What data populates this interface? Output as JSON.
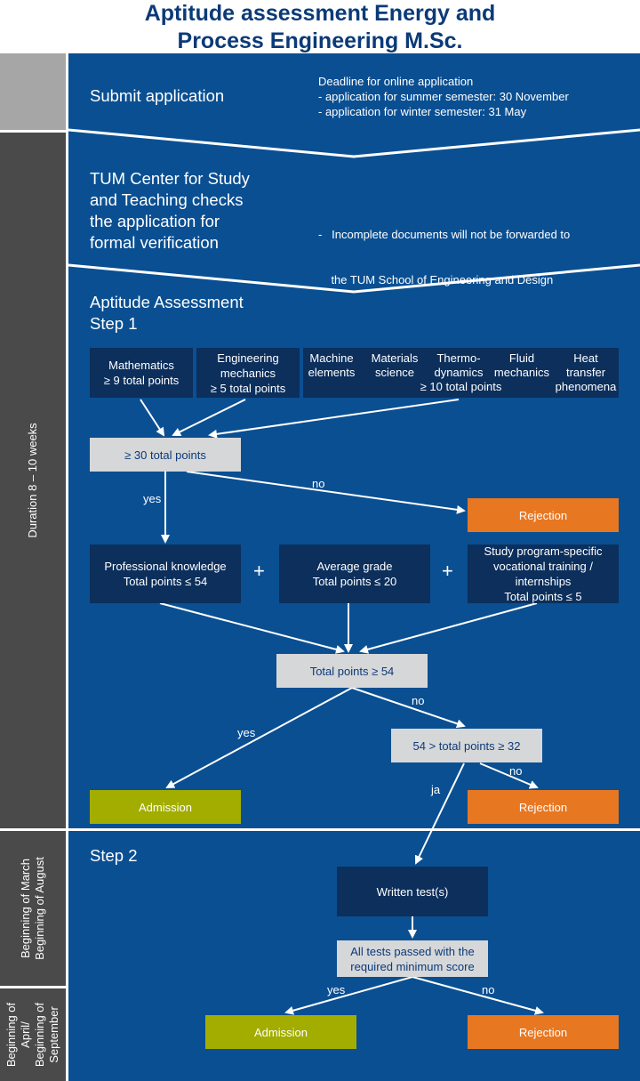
{
  "title": {
    "line1": "Aptitude assessment Energy and",
    "line2": "Process Engineering M.Sc."
  },
  "side_labels": {
    "duration": "Duration 8 – 10 weeks",
    "step2_period": [
      "Beginning of March",
      "Beginning of August"
    ],
    "result_period": [
      "Beginning of",
      "April/",
      "Beginning of",
      "September"
    ]
  },
  "submit": {
    "title": "Submit application",
    "deadline_lines": [
      "Deadline for online application",
      "- application for summer semester: 30 November",
      "- application for winter semester: 31 May"
    ]
  },
  "check": {
    "title_lines": [
      "TUM Center for Study",
      "and Teaching checks",
      "the application for",
      "formal verification"
    ],
    "note_lines": [
      "-   Incomplete documents will not be forwarded to",
      "    the TUM School of Engineering and Design"
    ]
  },
  "step1": {
    "title_lines": [
      "Aptitude Assessment",
      "Step 1"
    ],
    "math": [
      "Mathematics",
      "≥ 9 total points"
    ],
    "eng_mech": [
      "Engineering",
      "mechanics",
      "≥ 5 total points"
    ],
    "subjects": [
      [
        "Machine",
        "elements"
      ],
      [
        "Materials",
        "science"
      ],
      [
        "Thermo-",
        "dynamics"
      ],
      [
        "Fluid",
        "mechanics"
      ],
      [
        "Heat",
        "transfer",
        "phenomena"
      ]
    ],
    "subjects_points": "≥ 10 total points",
    "threshold": "≥ 30 total points",
    "yes": "yes",
    "no": "no",
    "rejection": "Rejection",
    "prof_knowledge": [
      "Professional knowledge",
      "Total points ≤ 54"
    ],
    "avg_grade": [
      "Average grade",
      "Total points ≤ 20"
    ],
    "vocational": [
      "Study program-specific",
      "vocational training /",
      "internships",
      "Total points ≤ 5"
    ],
    "plus": "+",
    "total": "Total points ≥ 54",
    "total_yes": "yes",
    "total_no": "no",
    "middle": "54 > total points ≥ 32",
    "middle_no": "no",
    "middle_ja": "ja",
    "admission": "Admission",
    "rejection2": "Rejection"
  },
  "step2": {
    "title": "Step 2",
    "written_test": "Written test(s)",
    "passed": [
      "All tests passed with the",
      "required minimum score"
    ],
    "yes": "yes",
    "no": "no",
    "admission": "Admission",
    "rejection": "Rejection"
  },
  "colors": {
    "main_blue": "#0a4f92",
    "dark_box": "#0c2f5c",
    "light_box": "#d6d7d9",
    "rejection": "#e87722",
    "admission": "#a2ad00",
    "sidebar": "#4a4a4a",
    "title_text": "#0b3a78"
  }
}
